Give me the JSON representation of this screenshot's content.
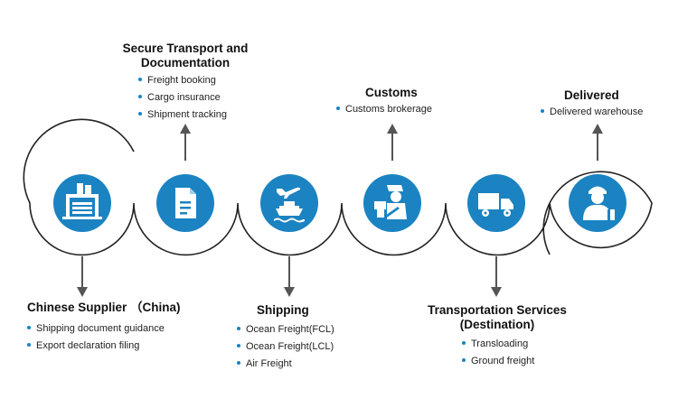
{
  "colors": {
    "accent": "#1b83c1",
    "line": "#222222",
    "arrow": "#555555",
    "bullet": "#1a83c2"
  },
  "steps": [
    {
      "title_lines": [
        "Chinese Supplier （China)"
      ],
      "items": [
        "Shipping document guidance",
        "Export declaration filing"
      ],
      "icon": "warehouse-icon"
    },
    {
      "title_lines": [
        "Secure Transport and",
        "Documentation"
      ],
      "items": [
        "Freight booking",
        "Cargo insurance",
        "Shipment tracking"
      ],
      "icon": "document-icon"
    },
    {
      "title_lines": [
        "Shipping"
      ],
      "items": [
        "Ocean Freight(FCL)",
        "Ocean Freight(LCL)",
        "Air Freight"
      ],
      "icon": "plane-ship-icon"
    },
    {
      "title_lines": [
        "Customs"
      ],
      "items": [
        "Customs brokerage"
      ],
      "icon": "customs-officer-icon"
    },
    {
      "title_lines": [
        "Transportation Services",
        "(Destination)"
      ],
      "items": [
        "Transloading",
        "Ground freight"
      ],
      "icon": "truck-icon"
    },
    {
      "title_lines": [
        "Delivered"
      ],
      "items": [
        "Delivered warehouse"
      ],
      "icon": "delivery-person-icon"
    }
  ]
}
